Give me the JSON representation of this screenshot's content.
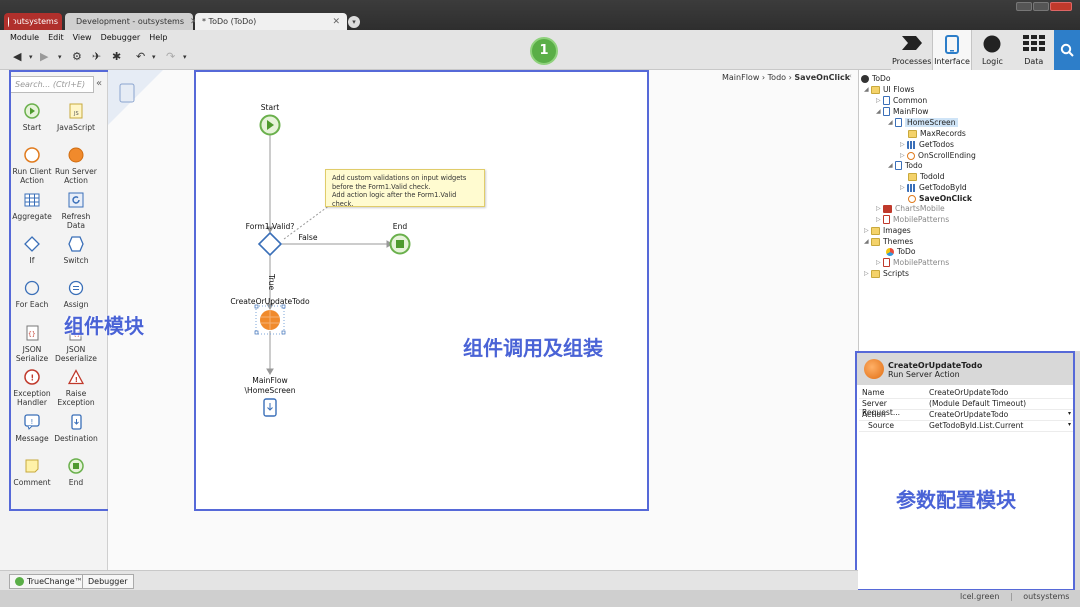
{
  "browser_tabs": [
    {
      "label": "outsystems"
    },
    {
      "label": "Development - outsystems"
    },
    {
      "label": "* ToDo (ToDo)"
    }
  ],
  "menu": [
    "Module",
    "Edit",
    "View",
    "Debugger",
    "Help"
  ],
  "step_badge": "1",
  "app_tabs": [
    {
      "label": "Processes",
      "icon": "processes-icon"
    },
    {
      "label": "Interface",
      "icon": "interface-icon",
      "active": true
    },
    {
      "label": "Logic",
      "icon": "logic-icon"
    },
    {
      "label": "Data",
      "icon": "data-icon"
    }
  ],
  "toolbox": {
    "search_placeholder": "Search... (Ctrl+E)",
    "items": [
      {
        "label": "Start"
      },
      {
        "label": "JavaScript"
      },
      {
        "label": "Run Client Action"
      },
      {
        "label": "Run Server Action"
      },
      {
        "label": "Aggregate"
      },
      {
        "label": "Refresh Data"
      },
      {
        "label": "If"
      },
      {
        "label": "Switch"
      },
      {
        "label": "For Each"
      },
      {
        "label": "Assign"
      },
      {
        "label": "JSON Serialize"
      },
      {
        "label": "JSON Deserialize"
      },
      {
        "label": "Exception Handler"
      },
      {
        "label": "Raise Exception"
      },
      {
        "label": "Message"
      },
      {
        "label": "Destination"
      },
      {
        "label": "Comment"
      },
      {
        "label": "End"
      }
    ]
  },
  "breadcrumb": {
    "part1": "MainFlow",
    "sep": "›",
    "part2": "Todo",
    "part3": "SaveOnClick"
  },
  "flow": {
    "start": "Start",
    "if_node": "Form1.Valid?",
    "false_label": "False",
    "true_label": "True",
    "end": "End",
    "server_action": "CreateOrUpdateTodo",
    "destination_line1": "MainFlow",
    "destination_line2": "\\HomeScreen",
    "note_line1": "Add custom validations on input widgets",
    "note_line2": "before the Form1.Valid check.",
    "note_line3": "Add action logic after the Form1.Valid check."
  },
  "annotations": {
    "components": "组件模块",
    "assembly": "组件调用及组装",
    "params": "参数配置模块"
  },
  "tree": [
    {
      "label": "ToDo"
    },
    {
      "label": "UI Flows"
    },
    {
      "label": "Common"
    },
    {
      "label": "MainFlow"
    },
    {
      "label": "HomeScreen"
    },
    {
      "label": "MaxRecords"
    },
    {
      "label": "GetTodos"
    },
    {
      "label": "OnScrollEnding"
    },
    {
      "label": "Todo"
    },
    {
      "label": "TodoId"
    },
    {
      "label": "GetTodoById"
    },
    {
      "label": "SaveOnClick"
    },
    {
      "label": "ChartsMobile"
    },
    {
      "label": "MobilePatterns"
    },
    {
      "label": "Images"
    },
    {
      "label": "Themes"
    },
    {
      "label": "ToDo"
    },
    {
      "label": "MobilePatterns"
    },
    {
      "label": "Scripts"
    }
  ],
  "properties": {
    "title": "CreateOrUpdateTodo",
    "subtitle": "Run Server Action",
    "rows": [
      {
        "key": "Name",
        "value": "CreateOrUpdateTodo"
      },
      {
        "key": "Server Request...",
        "value": "(Module Default Timeout)"
      },
      {
        "key": "Action",
        "value": "CreateOrUpdateTodo"
      },
      {
        "key": "Source",
        "value": "GetTodoById.List.Current"
      }
    ]
  },
  "bottom_tabs": [
    {
      "label": "TrueChange™"
    },
    {
      "label": "Debugger"
    }
  ],
  "status": {
    "env": "lcel.green",
    "company": "outsystems"
  },
  "colors": {
    "highlight": "#5669d8",
    "brand_red": "#b0302c",
    "badge_green": "#5aae47",
    "search_blue": "#2d7ec9"
  }
}
